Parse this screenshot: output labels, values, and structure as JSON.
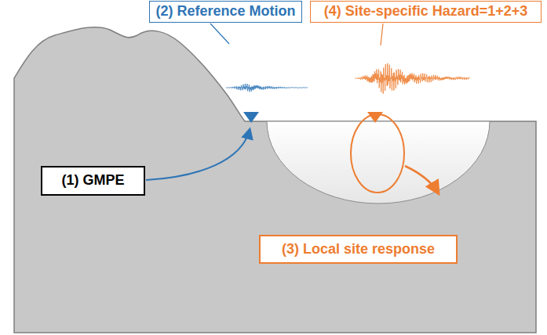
{
  "diagram": {
    "nodes": [
      {
        "text": [
          "(2) Reference Motion"
        ]
      },
      {
        "text": [
          "(4) Site-specific Hazard=1+2+3"
        ]
      },
      {
        "text": [
          "(1) GMPE"
        ]
      },
      {
        "text": [
          "(3) Local site response"
        ]
      }
    ]
  }
}
